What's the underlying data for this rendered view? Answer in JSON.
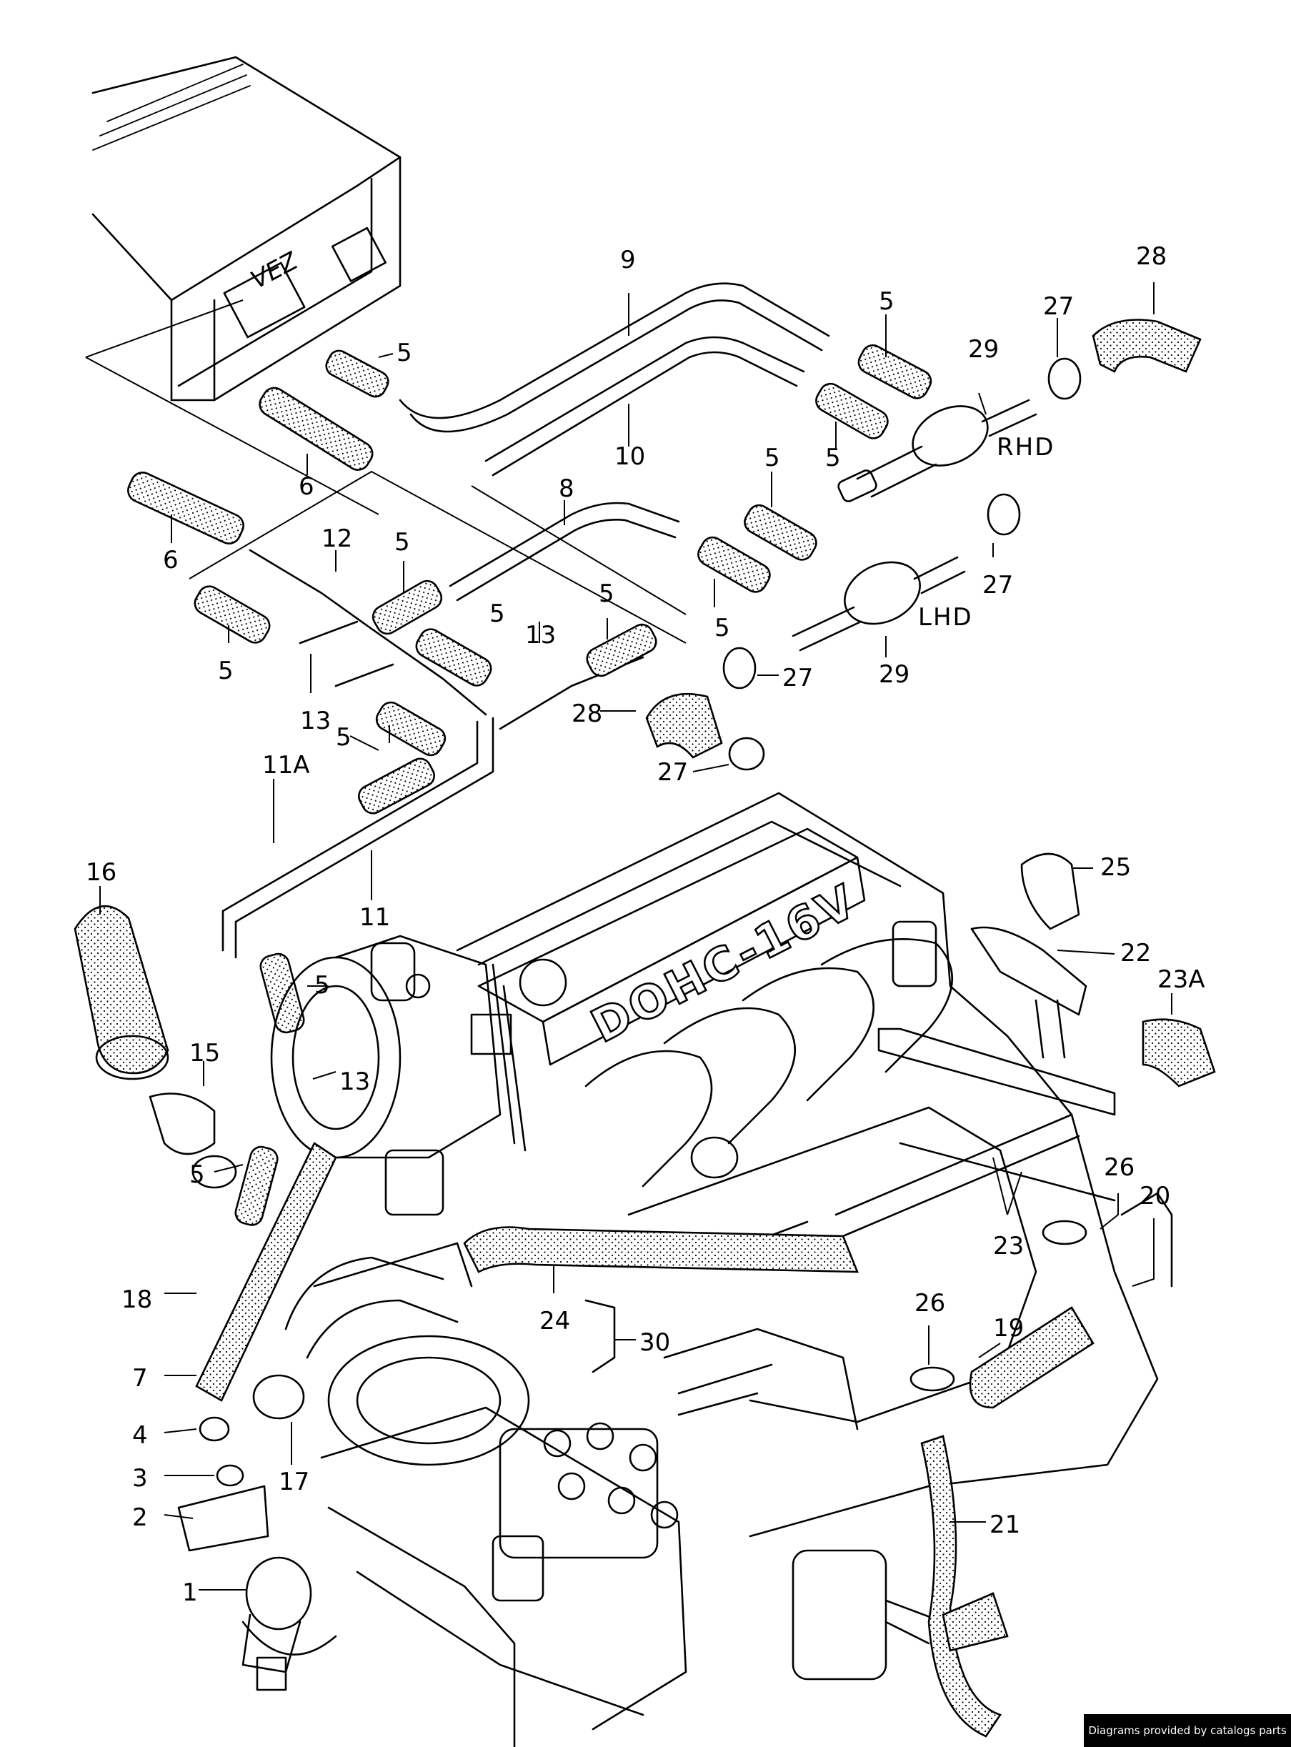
{
  "components": {
    "control_unit_label": "VEZ",
    "engine_cover_text": "DOHC-16V",
    "variant_right": "RHD",
    "variant_left": "LHD"
  },
  "callouts": {
    "c1": "1",
    "c2": "2",
    "c3": "3",
    "c4": "4",
    "c5a": "5",
    "c5b": "5",
    "c5c": "5",
    "c5d": "5",
    "c5e": "5",
    "c5f": "5",
    "c5g": "5",
    "c5h": "5",
    "c5i": "5",
    "c5j": "5",
    "c5k": "5",
    "c5l": "5",
    "c6a": "6",
    "c6b": "6",
    "c7": "7",
    "c8": "8",
    "c9": "9",
    "c10": "10",
    "c11": "11",
    "c11a": "11A",
    "c12": "12",
    "c13a": "13",
    "c13b": "13",
    "c13c": "13",
    "c15": "15",
    "c16": "16",
    "c17": "17",
    "c18": "18",
    "c19": "19",
    "c20": "20",
    "c21": "21",
    "c22": "22",
    "c23": "23",
    "c23a": "23A",
    "c24": "24",
    "c25": "25",
    "c26a": "26",
    "c26b": "26",
    "c27a": "27",
    "c27b": "27",
    "c27c": "27",
    "c27d": "27",
    "c28a": "28",
    "c28b": "28",
    "c29a": "29",
    "c29b": "29",
    "c30": "30"
  },
  "credit": "Diagrams provided by catalogs parts"
}
